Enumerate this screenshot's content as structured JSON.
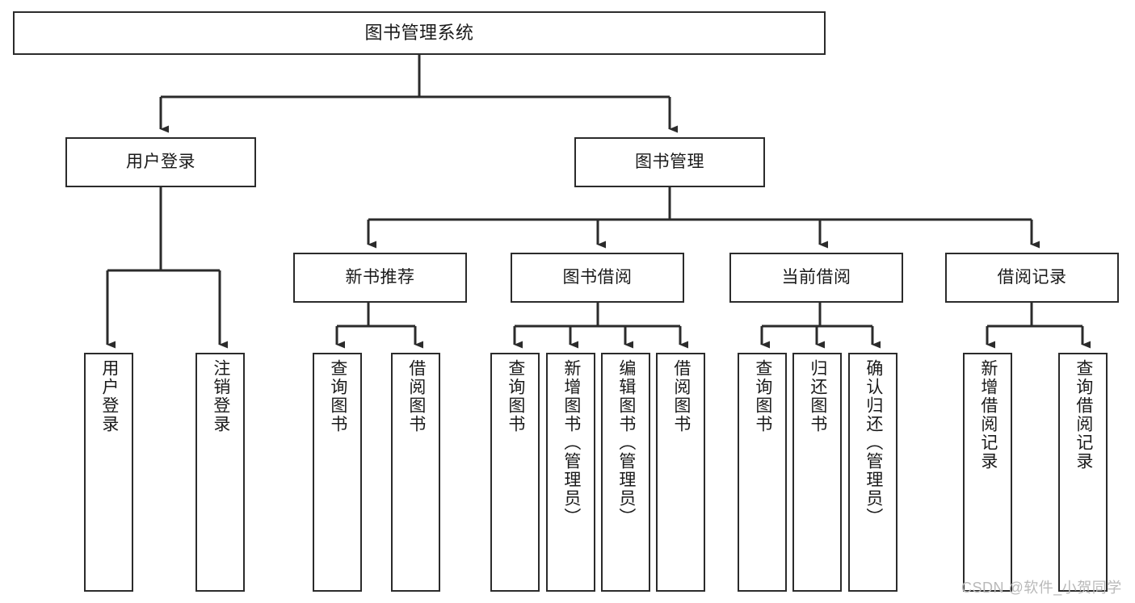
{
  "diagram": {
    "type": "hierarchy-tree",
    "title": "图书管理系统",
    "watermark": "CSDN @软件_小贺同学",
    "colors": {
      "box_border": "#2b2b2b",
      "box_fill": "#ffffff",
      "connector": "#2b2b2b",
      "text": "#1a1a1a",
      "watermark": "#b9b9b9"
    },
    "levels": {
      "root": "图书管理系统",
      "level2": [
        "用户登录",
        "图书管理"
      ],
      "level3": [
        "新书推荐",
        "图书借阅",
        "当前借阅",
        "借阅记录"
      ]
    },
    "nodes": {
      "root": {
        "label": "图书管理系统",
        "orientation": "horizontal"
      },
      "user_login": {
        "label": "用户登录",
        "orientation": "horizontal"
      },
      "book_manage": {
        "label": "图书管理",
        "orientation": "horizontal"
      },
      "new_book_rec": {
        "label": "新书推荐",
        "orientation": "horizontal"
      },
      "book_borrow": {
        "label": "图书借阅",
        "orientation": "horizontal"
      },
      "current_borrow": {
        "label": "当前借阅",
        "orientation": "horizontal"
      },
      "borrow_record": {
        "label": "借阅记录",
        "orientation": "horizontal"
      },
      "leaf_user_login": {
        "label": "用户登录",
        "orientation": "vertical"
      },
      "leaf_logout": {
        "label": "注销登录",
        "orientation": "vertical"
      },
      "leaf_query_book_1": {
        "label": "查询图书",
        "orientation": "vertical"
      },
      "leaf_borrow_book_1": {
        "label": "借阅图书",
        "orientation": "vertical"
      },
      "leaf_query_book_2": {
        "label": "查询图书",
        "orientation": "vertical"
      },
      "leaf_add_book": {
        "label": "新增图书（管理员）",
        "orientation": "vertical"
      },
      "leaf_edit_book": {
        "label": "编辑图书（管理员）",
        "orientation": "vertical"
      },
      "leaf_borrow_book_2": {
        "label": "借阅图书",
        "orientation": "vertical"
      },
      "leaf_query_book_3": {
        "label": "查询图书",
        "orientation": "vertical"
      },
      "leaf_return_book": {
        "label": "归还图书",
        "orientation": "vertical"
      },
      "leaf_confirm_return": {
        "label": "确认归还（管理员）",
        "orientation": "vertical"
      },
      "leaf_add_record": {
        "label": "新增借阅记录",
        "orientation": "vertical"
      },
      "leaf_query_record": {
        "label": "查询借阅记录",
        "orientation": "vertical"
      }
    },
    "edges": [
      {
        "from": "图书管理系统",
        "to": "用户登录"
      },
      {
        "from": "图书管理系统",
        "to": "图书管理"
      },
      {
        "from": "用户登录",
        "to": "用户登录"
      },
      {
        "from": "用户登录",
        "to": "注销登录"
      },
      {
        "from": "图书管理",
        "to": "新书推荐"
      },
      {
        "from": "图书管理",
        "to": "图书借阅"
      },
      {
        "from": "图书管理",
        "to": "当前借阅"
      },
      {
        "from": "图书管理",
        "to": "借阅记录"
      },
      {
        "from": "新书推荐",
        "to": "查询图书"
      },
      {
        "from": "新书推荐",
        "to": "借阅图书"
      },
      {
        "from": "图书借阅",
        "to": "查询图书"
      },
      {
        "from": "图书借阅",
        "to": "新增图书（管理员）"
      },
      {
        "from": "图书借阅",
        "to": "编辑图书（管理员）"
      },
      {
        "from": "图书借阅",
        "to": "借阅图书"
      },
      {
        "from": "当前借阅",
        "to": "查询图书"
      },
      {
        "from": "当前借阅",
        "to": "归还图书"
      },
      {
        "from": "当前借阅",
        "to": "确认归还（管理员）"
      },
      {
        "from": "借阅记录",
        "to": "新增借阅记录"
      },
      {
        "from": "借阅记录",
        "to": "查询借阅记录"
      }
    ]
  }
}
